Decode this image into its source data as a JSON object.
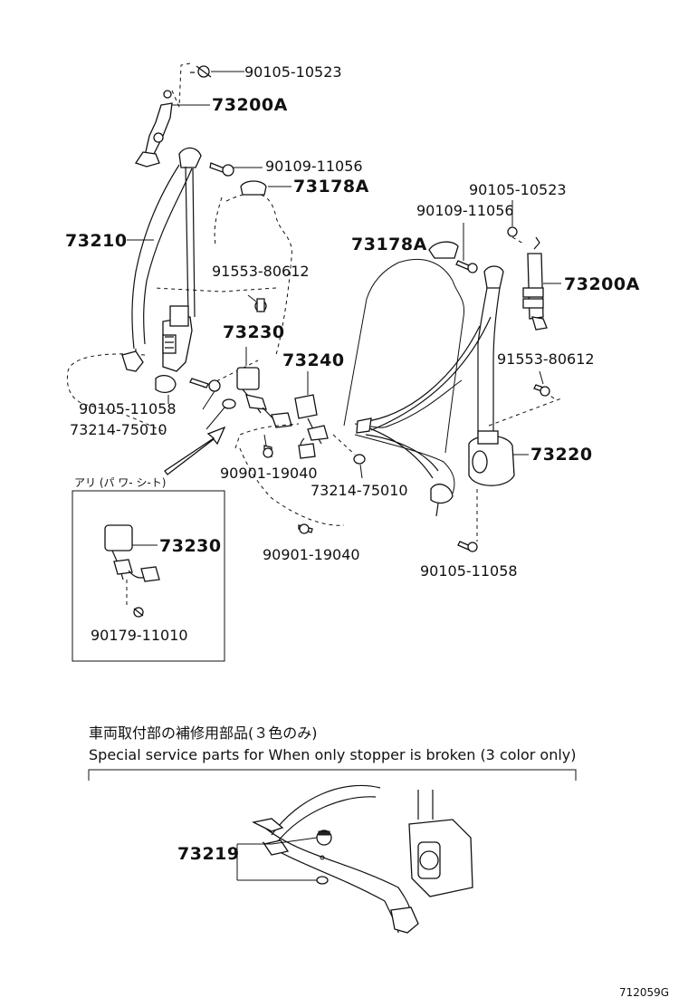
{
  "parts": {
    "p01": "90105-10523",
    "p02": "73200A",
    "p03": "90109-11056",
    "p04": "73178A",
    "p05": "73210",
    "p06": "91553-80612",
    "p07": "73230",
    "p08": "73240",
    "p09": "90105-11058",
    "p10": "73214-75010",
    "p11": "90901-19040",
    "p12": "73214-75010",
    "p13": "90901-19040",
    "p14": "90105-10523",
    "p15": "90109-11056",
    "p16": "73178A",
    "p17": "73200A",
    "p18": "91553-80612",
    "p19": "73220",
    "p20": "90105-11058",
    "p21": "73230",
    "p22": "90179-11010",
    "p23": "73219"
  },
  "inset_title": "アリ (パ ワ- シ-ト)",
  "note_jp": "車両取付部の補修用部品(３色のみ)",
  "note_en": "Special service parts for When only stopper is broken (3 color only)",
  "figure_code": "712059G"
}
